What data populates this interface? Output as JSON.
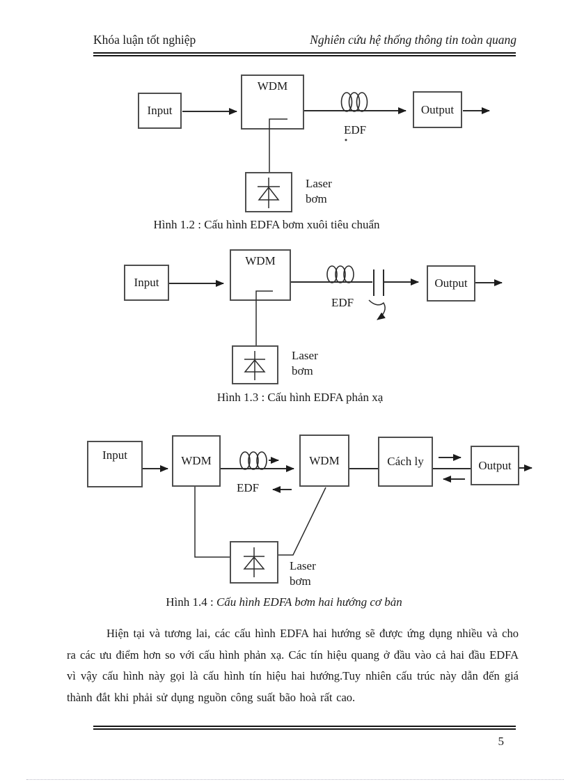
{
  "header": {
    "left_title": "Khóa luận tốt nghiệp",
    "right_title": "Nghiên cứu hệ thống thông tin toàn quang"
  },
  "figures": {
    "fig12": {
      "caption": "Hình 1.2 : Cấu hình EDFA bơm xuôi tiêu chuẩn",
      "labels": {
        "input": "Input",
        "wdm": "WDM",
        "edf": "EDF",
        "output": "Output",
        "laser_line1": "Laser",
        "laser_line2": "bơm"
      }
    },
    "fig13": {
      "caption": "Hình 1.3 : Cấu hình EDFA phản xạ",
      "labels": {
        "input": "Input",
        "wdm": "WDM",
        "edf": "EDF",
        "output": "Output",
        "laser_line1": "Laser",
        "laser_line2": "bơm"
      }
    },
    "fig14": {
      "caption_prefix": "Hình 1.4 : ",
      "caption_title": "Cấu hình EDFA bơm hai hướng cơ bản",
      "labels": {
        "input": "Input",
        "wdm_left": "WDM",
        "wdm_right": "WDM",
        "isolator": "Cách ly",
        "edf": "EDF",
        "output": "Output",
        "laser_line1": "Laser",
        "laser_line2": "bơm"
      }
    }
  },
  "body_paragraph": "Hiện tại và tương lai, các cấu hình EDFA hai hướng sẽ được ứng dụng nhiều và cho ra các ưu điểm hơn so với cấu hình phản xạ. Các tín hiệu quang ở đầu vào cả hai đầu EDFA vì vậy cấu hình này gọi là cấu hình tín hiệu hai hướng.Tuy nhiên cấu trúc này dẫn đến giá thành đắt khi phải sử dụng nguồn công suất bão hoà rất cao.",
  "footer": {
    "page_number": "5"
  },
  "colors": {
    "ink": "#1a1a1a",
    "line": "#2b2b2b",
    "box_border": "#4e4e4e",
    "page_bg": "#ffffff"
  }
}
